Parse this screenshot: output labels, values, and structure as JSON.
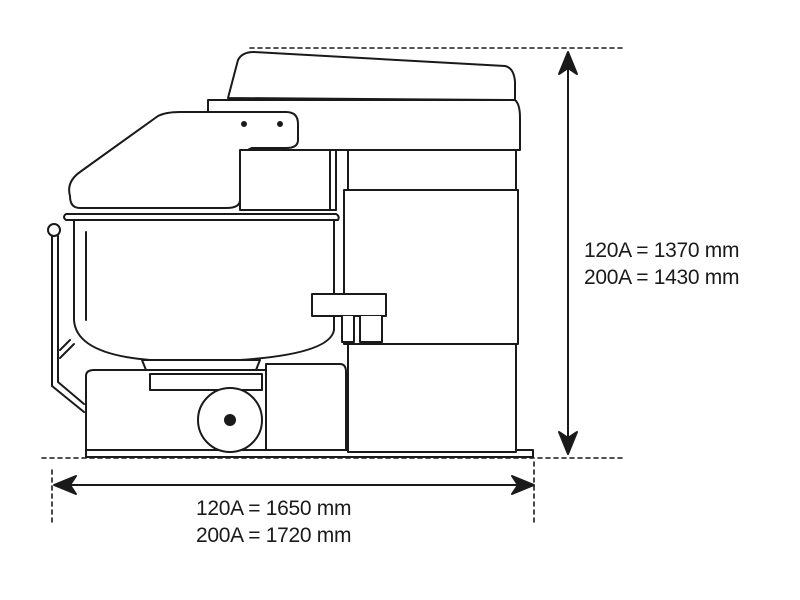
{
  "height_dimension": {
    "line1": "120A = 1370 mm",
    "line2": "200A = 1430 mm"
  },
  "width_dimension": {
    "line1": "120A = 1650 mm",
    "line2": "200A = 1720 mm"
  },
  "colors": {
    "line": "#1a1a1a",
    "fill": "#ffffff"
  }
}
